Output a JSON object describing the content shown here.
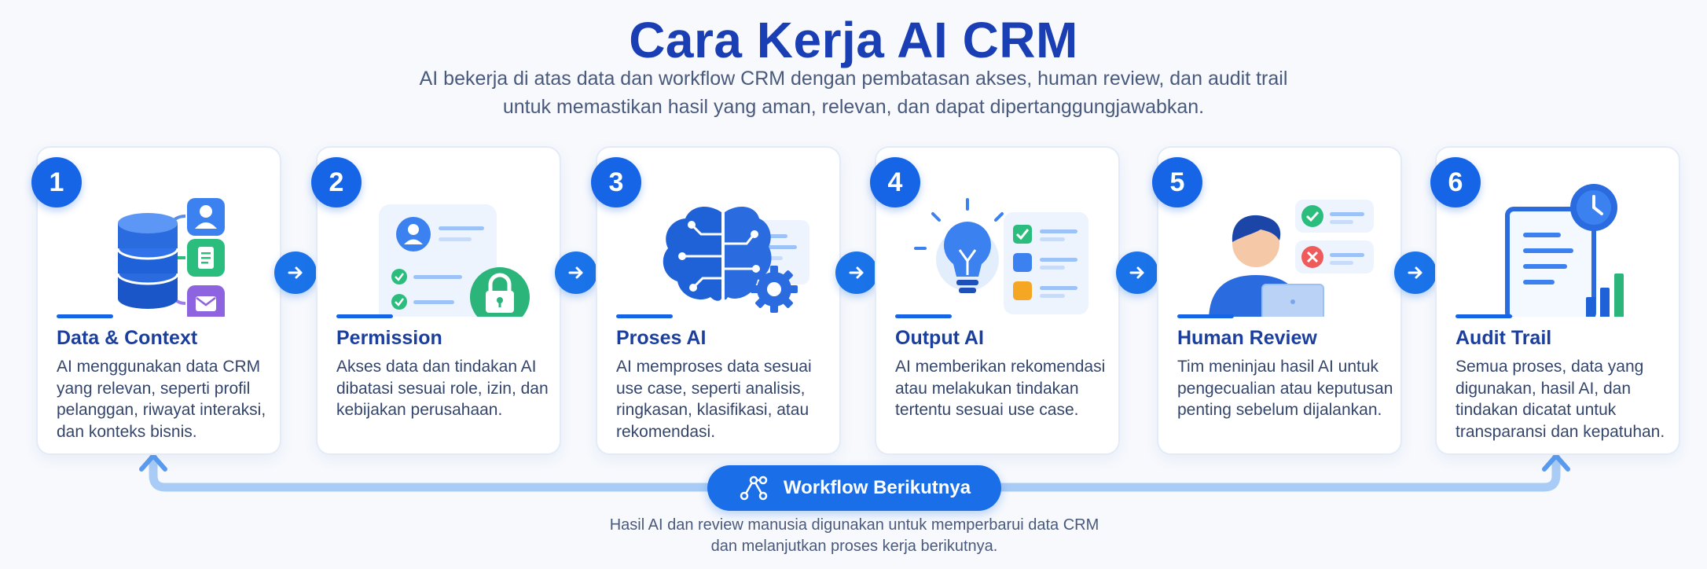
{
  "header": {
    "title": "Cara Kerja AI CRM",
    "subtitle_line1": "AI bekerja di atas data dan workflow CRM dengan pembatasan akses, human review, dan audit trail",
    "subtitle_line2": "untuk memastikan hasil yang aman, relevan, dan dapat dipertanggungjawabkan."
  },
  "steps": [
    {
      "number": "1",
      "title": "Data & Context",
      "icon": "database-icon",
      "desc": "AI menggunakan data CRM yang relevan, seperti profil pelanggan, riwayat interaksi, dan konteks bisnis."
    },
    {
      "number": "2",
      "title": "Permission",
      "icon": "lock-icon",
      "desc": "Akses data dan tindakan AI dibatasi sesuai role, izin, dan kebijakan perusahaan."
    },
    {
      "number": "3",
      "title": "Proses AI",
      "icon": "brain-icon",
      "desc": "AI memproses data sesuai use case, seperti analisis, ringkasan, klasifikasi, atau rekomendasi."
    },
    {
      "number": "4",
      "title": "Output AI",
      "icon": "lightbulb-icon",
      "desc": "AI memberikan rekomendasi atau melakukan tindakan tertentu sesuai use case."
    },
    {
      "number": "5",
      "title": "Human Review",
      "icon": "reviewer-icon",
      "desc": "Tim meninjau hasil AI untuk pengecualian atau keputusan penting sebelum dijalankan."
    },
    {
      "number": "6",
      "title": "Audit Trail",
      "icon": "audit-document-icon",
      "desc": "Semua proses, data yang digunakan, hasil AI, dan tindakan dicatat untuk transparansi dan kepatuhan."
    }
  ],
  "workflow": {
    "label": "Workflow Berikutnya",
    "note_line1": "Hasil AI dan review manusia digunakan untuk memperbarui data CRM",
    "note_line2": "dan melanjutkan proses kerja berikutnya."
  },
  "colors": {
    "primary": "#1565e6",
    "title": "#1a3fb5",
    "green": "#2bbd7e",
    "red": "#ef5a5a",
    "purple": "#8e63e0",
    "orange": "#f5a623"
  }
}
